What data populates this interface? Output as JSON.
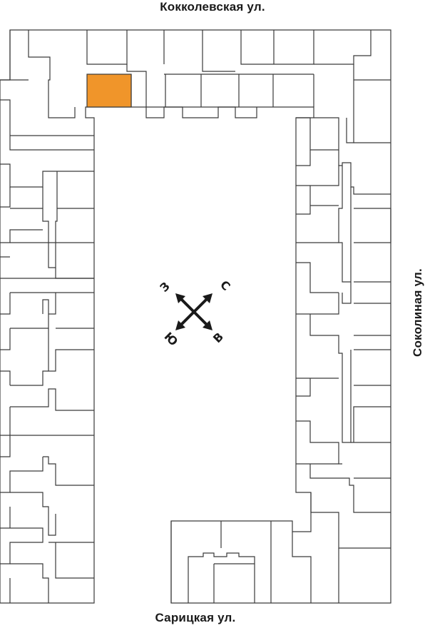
{
  "streets": {
    "top": "Кокколевская ул.",
    "bottom": "Сарицкая ул.",
    "right": "Соколиная ул."
  },
  "compass": {
    "north": "С",
    "south": "Ю",
    "east": "В",
    "west": "З"
  },
  "colors": {
    "highlight": "#f0952a",
    "line": "#3a3a3a"
  }
}
